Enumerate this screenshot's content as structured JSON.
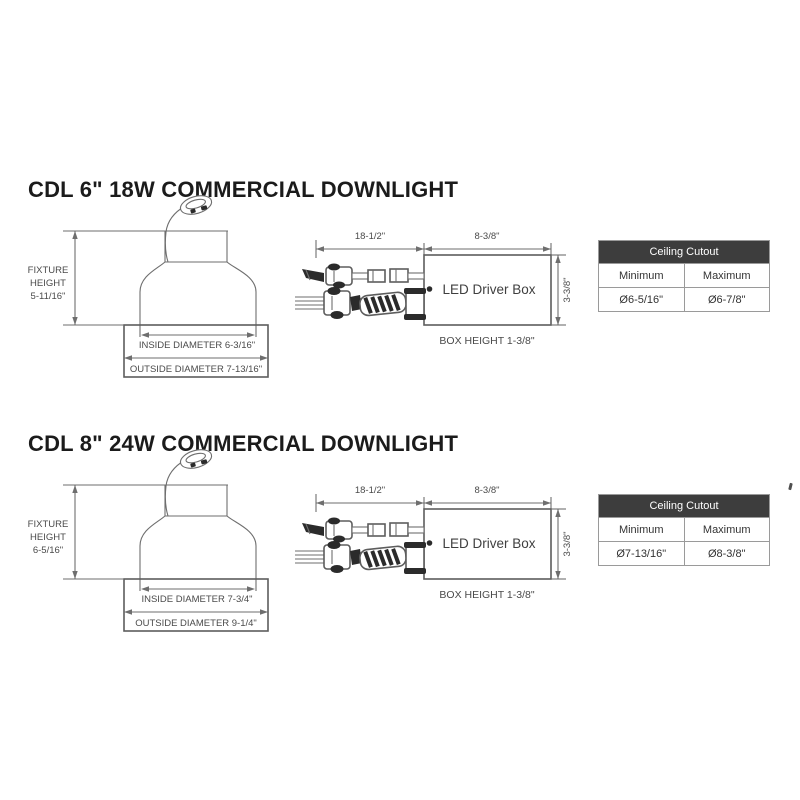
{
  "colors": {
    "table_header_bg": "#3d3d3d",
    "table_header_text": "#ffffff",
    "drawing_line": "#6e6e6e",
    "title_text": "#1b1b1b"
  },
  "sections": [
    {
      "title": "CDL 6\" 18W COMMERCIAL DOWNLIGHT",
      "fixture": {
        "height_lines": [
          "FIXTURE",
          "HEIGHT",
          "5-11/16\""
        ],
        "inside_diameter": "INSIDE DIAMETER 6-3/16\"",
        "outside_diameter": "OUTSIDE DIAMETER 7-13/16\""
      },
      "driver": {
        "cable_length": "18-1/2\"",
        "box_width": "8-3/8\"",
        "box_depth": "3-3/8\"",
        "box_label": "LED Driver Box",
        "box_height": "BOX HEIGHT 1-3/8\""
      },
      "cutout_table": {
        "title": "Ceiling Cutout",
        "columns": [
          "Minimum",
          "Maximum"
        ],
        "min_value": "Ø6-5/16\"",
        "max_value": "Ø6-7/8\""
      }
    },
    {
      "title": "CDL 8\" 24W COMMERCIAL DOWNLIGHT",
      "fixture": {
        "height_lines": [
          "FIXTURE",
          "HEIGHT",
          "6-5/16\""
        ],
        "inside_diameter": "INSIDE DIAMETER 7-3/4\"",
        "outside_diameter": "OUTSIDE DIAMETER 9-1/4\""
      },
      "driver": {
        "cable_length": "18-1/2\"",
        "box_width": "8-3/8\"",
        "box_depth": "3-3/8\"",
        "box_label": "LED Driver Box",
        "box_height": "BOX HEIGHT 1-3/8\""
      },
      "cutout_table": {
        "title": "Ceiling Cutout",
        "columns": [
          "Minimum",
          "Maximum"
        ],
        "min_value": "Ø7-13/16\"",
        "max_value": "Ø8-3/8\""
      }
    }
  ]
}
